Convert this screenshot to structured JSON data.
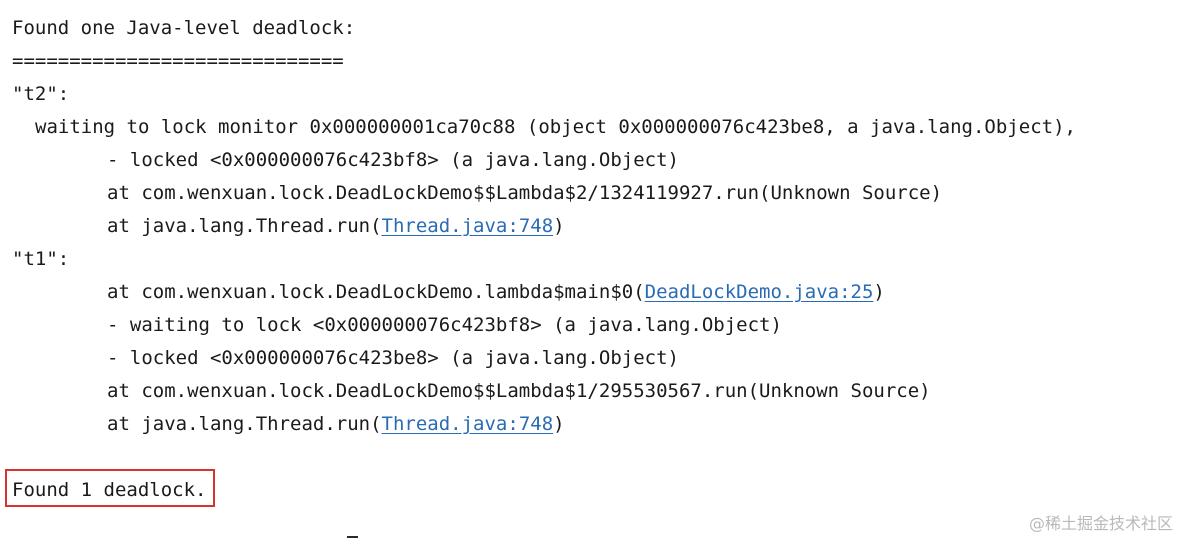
{
  "console": {
    "header": "Found one Java-level deadlock:",
    "separator": "=============================",
    "threads": [
      {
        "name": "\"t2\":",
        "waiting": "waiting to lock monitor 0x000000001ca70c88 (object 0x000000076c423be8, a java.lang.Object),",
        "locked": "- locked <0x000000076c423bf8> (a java.lang.Object)",
        "frame1": "at com.wenxuan.lock.DeadLockDemo$$Lambda$2/1324119927.run(Unknown Source)",
        "frame2_prefix": "at java.lang.Thread.run(",
        "frame2_link": "Thread.java:748",
        "frame2_suffix": ")"
      },
      {
        "name": "\"t1\":",
        "frame1_prefix": "at com.wenxuan.lock.DeadLockDemo.lambda$main$0(",
        "frame1_link": "DeadLockDemo.java:25",
        "frame1_suffix": ")",
        "waiting": "- waiting to lock <0x000000076c423bf8> (a java.lang.Object)",
        "locked": "- locked <0x000000076c423be8> (a java.lang.Object)",
        "frame2": "at com.wenxuan.lock.DeadLockDemo$$Lambda$1/295530567.run(Unknown Source)",
        "frame3_prefix": "at java.lang.Thread.run(",
        "frame3_link": "Thread.java:748",
        "frame3_suffix": ")"
      }
    ],
    "summary": "Found 1 deadlock."
  },
  "watermark": "@稀土掘金技术社区",
  "colors": {
    "link": "#2a6bb5",
    "highlight_border": "#d9342b",
    "text": "#1a1a1a"
  }
}
